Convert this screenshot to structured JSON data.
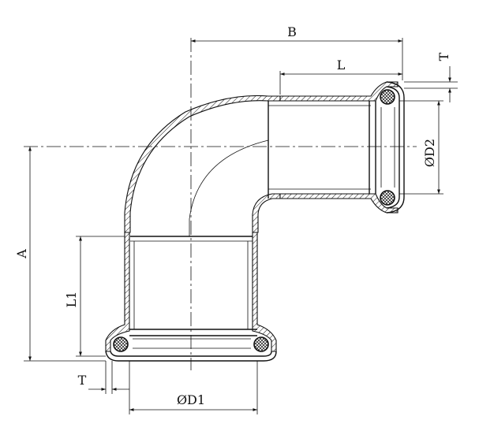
{
  "labels": {
    "B": "B",
    "L": "L",
    "T_top": "T",
    "D2": "ØD2",
    "A": "A",
    "L1": "L1",
    "T_bottom": "T",
    "D1": "ØD1"
  }
}
